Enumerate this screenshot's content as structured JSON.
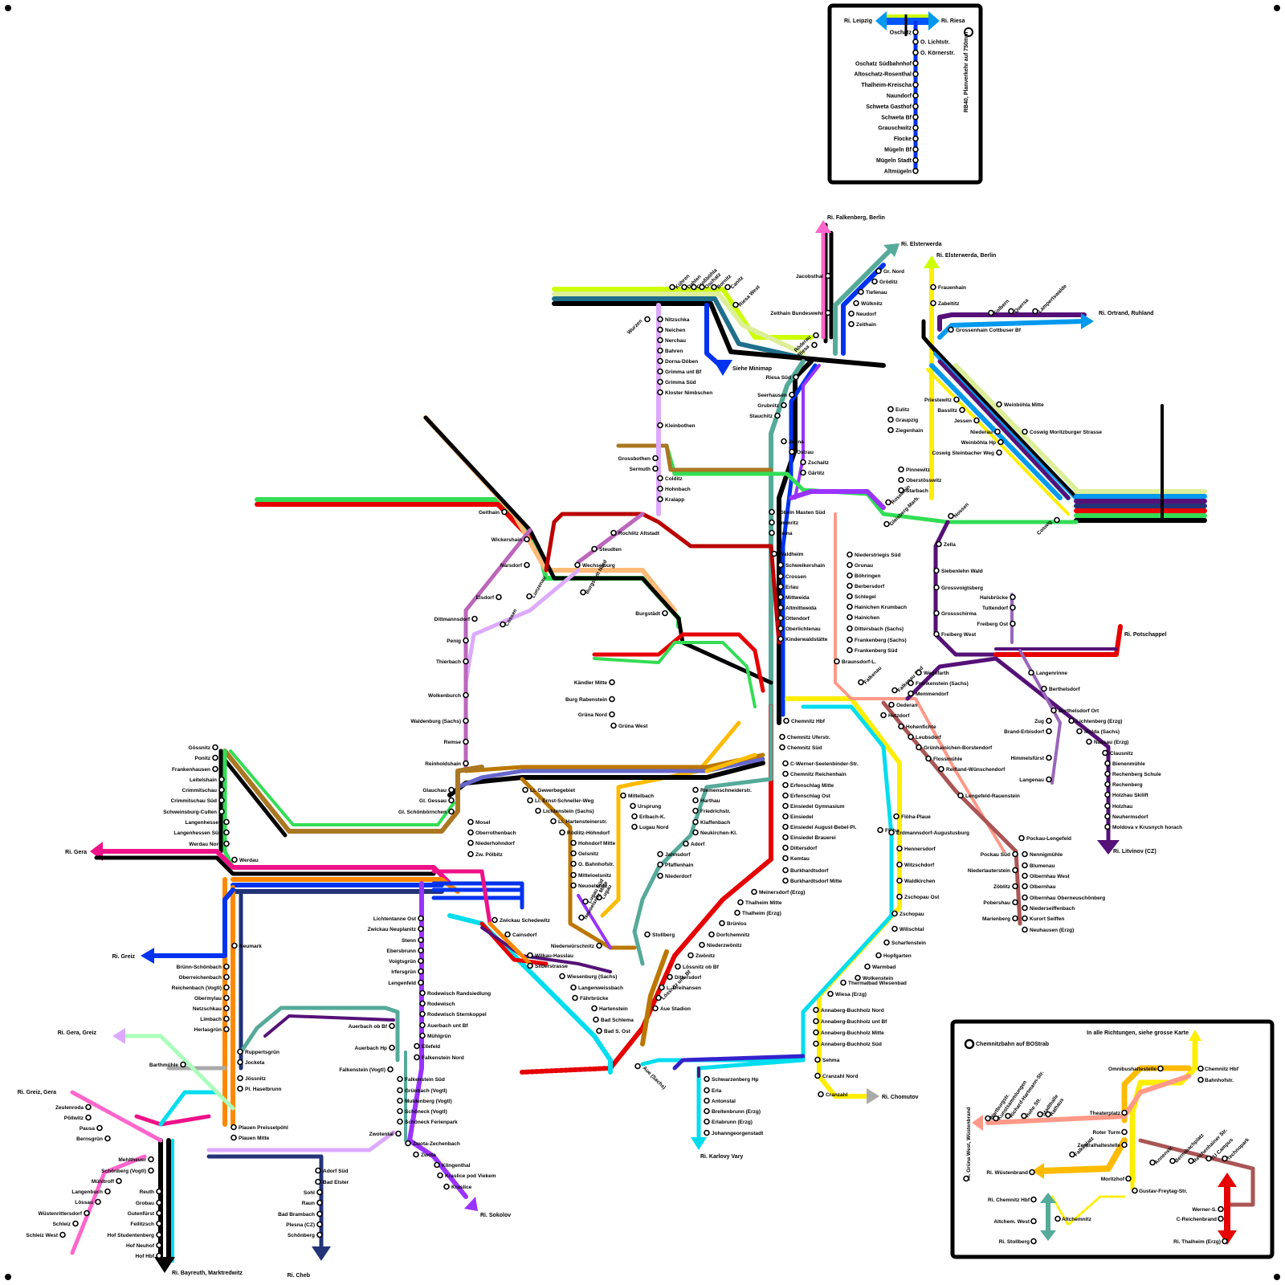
{
  "map": {
    "colors": {
      "black": "#000000",
      "red": "#e60000",
      "green": "#33dd55",
      "lime": "#ccff00",
      "yellow": "#ffee00",
      "orange": "#ff8800",
      "gold": "#ffbb00",
      "blue": "#0033ee",
      "navy": "#223377",
      "cyan": "#00ddee",
      "teal": "#55aa99",
      "pink": "#ff66cc",
      "magenta": "#ee1188",
      "violet": "#9933ff",
      "purple": "#4b0f6e",
      "lavender": "#ddaaff",
      "mauve": "#bb66bb",
      "brown": "#aa5555",
      "ochre": "#bb7700",
      "salmon": "#ff9988",
      "peach": "#ffbb77",
      "grey": "#aaaaaa",
      "olive": "#aa7722",
      "lightblue": "#0099ee",
      "paleyellow": "#ddee99",
      "darkpurple": "#551177",
      "mint": "#aaffbb"
    },
    "inset_oschatz": {
      "left_label": "Ri. Leipzig",
      "right_label": "Ri. Riesa",
      "note": "RB40, Planverkehr auf 750mm",
      "stations": [
        "Oschatz",
        "O. Lichtstr.",
        "O. Körnerstr.",
        "Oschatz Südbahnhof",
        "Altoschatz-Rosenthal",
        "Thalheim-Kreischa",
        "Naundorf",
        "Schweta Gasthof",
        "Schweta Bf",
        "Grauschwitz",
        "Flocke",
        "Mügeln Bf",
        "Mügeln Stadt",
        "Altmügeln"
      ]
    },
    "inset_chemnitz": {
      "legend": "Chemnitzbahn auf BOStrab",
      "top_note": "In alle Richtungen, siehe grosse Karte",
      "labels": [
        "Omnibushaltestelle",
        "Chemnitz Hbf",
        "Bahnhofstr.",
        "Theaterplatz",
        "Roter Turm",
        "Zentralhaltestelle",
        "Moritzhof",
        "Gustav-Freytag-Str.",
        "Annenstr.",
        "Bernsbachplatz",
        "Reichenhainer Str.",
        "TU Campus",
        "Technopark",
        "Falkeplatz",
        "Rathaus",
        "Stadthalle",
        "Hohe Str.",
        "Richard-Hartmann-Str.",
        "Kunstsammlungen",
        "Wartburgstr.",
        "Ri. Grüna West, Wüstenbrand",
        "Ri. Wüstenbrand",
        "Ri. Chemnitz Hbf",
        "Altchem. West",
        "Altchemnitz",
        "Ri. Stollberg",
        "Ri. Thalheim (Erzg)",
        "Werner-S.",
        "C-Reichenbrand"
      ]
    },
    "directions": [
      {
        "text": "Ri. Falkenberg, Berlin"
      },
      {
        "text": "Ri. Elsterwerda"
      },
      {
        "text": "Ri. Elsterwerda, Berlin"
      },
      {
        "text": "Ri. Ortrand, Ruhland"
      },
      {
        "text": "Siehe Minimap"
      },
      {
        "text": "Ri. Gera"
      },
      {
        "text": "Ri. Greiz"
      },
      {
        "text": "Ri. Gera, Greiz"
      },
      {
        "text": "Ri. Greiz, Gera"
      },
      {
        "text": "Ri. Bayreuth, Marktredwitz"
      },
      {
        "text": "Ri. Cheb"
      },
      {
        "text": "Ri. Sokolov"
      },
      {
        "text": "Ri. Karlovy Vary"
      },
      {
        "text": "Ri. Chomutov"
      },
      {
        "text": "Ri. Litvinov (CZ)"
      },
      {
        "text": "Ri. Potschappel"
      }
    ],
    "stations": [
      {
        "t": "Jacobsthal"
      },
      {
        "t": "Zeithain Bundeswehr"
      },
      {
        "t": "Röderau"
      },
      {
        "t": "Riesa"
      },
      {
        "t": "Riesa Süd"
      },
      {
        "t": "Gr. Nord"
      },
      {
        "t": "Gröditz"
      },
      {
        "t": "Tiefenau"
      },
      {
        "t": "Wülknitz"
      },
      {
        "t": "Neudorf"
      },
      {
        "t": "Zeithain"
      },
      {
        "t": "Frauenhain"
      },
      {
        "t": "Zabeltitz"
      },
      {
        "t": "Grossenhain Cottbuser Bf"
      },
      {
        "t": "Folbern"
      },
      {
        "t": "Quersa"
      },
      {
        "t": "Lampertswalde"
      },
      {
        "t": "Wurzen"
      },
      {
        "t": "Kühren"
      },
      {
        "t": "Dahlen"
      },
      {
        "t": "Großböhla"
      },
      {
        "t": "Oschatz"
      },
      {
        "t": "Canitz"
      },
      {
        "t": "Bornitz"
      },
      {
        "t": "Riesa West"
      },
      {
        "t": "Nitzschka"
      },
      {
        "t": "Neichen"
      },
      {
        "t": "Nerchau"
      },
      {
        "t": "Bahren"
      },
      {
        "t": "Dorna-Döben"
      },
      {
        "t": "Grimma unt Bf"
      },
      {
        "t": "Grimma Süd"
      },
      {
        "t": "Kloster Nimbschen"
      },
      {
        "t": "Kleinbothen"
      },
      {
        "t": "Grossbothen"
      },
      {
        "t": "Sermuth"
      },
      {
        "t": "Colditz"
      },
      {
        "t": "Hohnbach"
      },
      {
        "t": "Kralapp"
      },
      {
        "t": "Seerhausen"
      },
      {
        "t": "Grubnitz"
      },
      {
        "t": "Stauchitz"
      },
      {
        "t": "Jahna"
      },
      {
        "t": "Ostrau"
      },
      {
        "t": "Zschaitz"
      },
      {
        "t": "Gärtitz"
      },
      {
        "t": "Döbeln Masten Süd"
      },
      {
        "t": "Limmritz"
      },
      {
        "t": "Steina"
      },
      {
        "t": "Waldheim"
      },
      {
        "t": "Schweikershain"
      },
      {
        "t": "Crossen"
      },
      {
        "t": "Erlau"
      },
      {
        "t": "Mittweida"
      },
      {
        "t": "Altmittweida"
      },
      {
        "t": "Ottendorf"
      },
      {
        "t": "Oberlichtenau"
      },
      {
        "t": "Kinderwaldstätte"
      },
      {
        "t": "Eulitz"
      },
      {
        "t": "Graupzig"
      },
      {
        "t": "Ziegenhain"
      },
      {
        "t": "Pinnewitz"
      },
      {
        "t": "Oberstösswitz"
      },
      {
        "t": "Starbach"
      },
      {
        "t": "Rosswein"
      },
      {
        "t": "Gleisberg-Marb."
      },
      {
        "t": "Nossen"
      },
      {
        "t": "Zella"
      },
      {
        "t": "Siebenlehn Wald"
      },
      {
        "t": "Grossvoigtsberg"
      },
      {
        "t": "Grossschirma"
      },
      {
        "t": "Freiberg West"
      },
      {
        "t": "Niederstriegis Süd"
      },
      {
        "t": "Grunau"
      },
      {
        "t": "Böhringen"
      },
      {
        "t": "Berbersdorf"
      },
      {
        "t": "Schlegel"
      },
      {
        "t": "Hainichen Krumbach"
      },
      {
        "t": "Hainichen"
      },
      {
        "t": "Dittersbach (Sachs)"
      },
      {
        "t": "Frankenberg (Sachs)"
      },
      {
        "t": "Frankenberg Süd"
      },
      {
        "t": "Braunsdorf-L."
      },
      {
        "t": "Priestewitz"
      },
      {
        "t": "Basslitz"
      },
      {
        "t": "Jessen"
      },
      {
        "t": "Niederau"
      },
      {
        "t": "Weinböhla Hp"
      },
      {
        "t": "Coswig Steinbacher Weg"
      },
      {
        "t": "Weinböhla Mitte"
      },
      {
        "t": "Coswig Moritzburger Strasse"
      },
      {
        "t": "Coswig"
      },
      {
        "t": "Geithain"
      },
      {
        "t": "Wickershain"
      },
      {
        "t": "Narsdorf"
      },
      {
        "t": "Elsdorf"
      },
      {
        "t": "Dittmannsdorf"
      },
      {
        "t": "Penig"
      },
      {
        "t": "Thierbach"
      },
      {
        "t": "Wolkenburch"
      },
      {
        "t": "Waldenburg (Sachs)"
      },
      {
        "t": "Remse"
      },
      {
        "t": "Reinholdshain"
      },
      {
        "t": "Rochlitz Altstadt"
      },
      {
        "t": "Steudten"
      },
      {
        "t": "Wechselburg"
      },
      {
        "t": "Lunzenau"
      },
      {
        "t": "Cossen"
      },
      {
        "t": "Burgstädt"
      },
      {
        "t": "Burgstädt Nord"
      },
      {
        "t": "Kändler Mitte"
      },
      {
        "t": "Burg Rabenstein"
      },
      {
        "t": "Grüna Nord"
      },
      {
        "t": "Grüna West"
      },
      {
        "t": "Chemnitz Hbf"
      },
      {
        "t": "Chemnitz Uferstr."
      },
      {
        "t": "Chemnitz Süd"
      },
      {
        "t": "C-Werner-Seelenbinder-Str."
      },
      {
        "t": "Chemnitz Reichenhain"
      },
      {
        "t": "Erfenschlag Mitte"
      },
      {
        "t": "Erfenschlag Ost"
      },
      {
        "t": "Einsiedel Gymnasium"
      },
      {
        "t": "Einsiedel"
      },
      {
        "t": "Einsiedel August-Bebel-Pl."
      },
      {
        "t": "Einsiedel Brauerei"
      },
      {
        "t": "Dittersdorf"
      },
      {
        "t": "Kemtau"
      },
      {
        "t": "Burkhardtsdorf"
      },
      {
        "t": "Burkhardtsdorf Mitte"
      },
      {
        "t": "Meinersdorf (Erzg)"
      },
      {
        "t": "Thalheim Mitte"
      },
      {
        "t": "Thalheim (Erzg)"
      },
      {
        "t": "Brünlos"
      },
      {
        "t": "Dorfchemnitz"
      },
      {
        "t": "Niederzwönitz"
      },
      {
        "t": "Zwönitz"
      },
      {
        "t": "Lössnitz ob Bf"
      },
      {
        "t": "Dittersdorf"
      },
      {
        "t": "L. Dreihansen"
      },
      {
        "t": "Lössnitz unt. Bf"
      },
      {
        "t": "Aue Stadion"
      },
      {
        "t": "Riemenschneiderstr."
      },
      {
        "t": "Harthau"
      },
      {
        "t": "Friedrichstr."
      },
      {
        "t": "Klaffenbach"
      },
      {
        "t": "Neukirchen-Kl."
      },
      {
        "t": "Adorf"
      },
      {
        "t": "Jahnsdorf"
      },
      {
        "t": "Pfaffenhain"
      },
      {
        "t": "Niederdorf"
      },
      {
        "t": "Stollberg"
      },
      {
        "t": "Mittelbach"
      },
      {
        "t": "Ursprung"
      },
      {
        "t": "Erlbach-K."
      },
      {
        "t": "Lugau Nord"
      },
      {
        "t": "Lugau"
      },
      {
        "t": "Lugau Süd"
      },
      {
        "t": "Neuoelsnitz Mitte"
      },
      {
        "t": "Li. Gewerbegebiet"
      },
      {
        "t": "Li. Ernst-Schneller-Weg"
      },
      {
        "t": "Lichtenstein (Sachs)"
      },
      {
        "t": "Li. Hartensteinerstr."
      },
      {
        "t": "Rödlitz-Höhndorf"
      },
      {
        "t": "Hohndorf Mitte"
      },
      {
        "t": "Oelsnitz"
      },
      {
        "t": "O. Bahnhofstr."
      },
      {
        "t": "Mitteloelsnitz"
      },
      {
        "t": "Neuoelsnitz"
      },
      {
        "t": "Niederwürschnitz"
      },
      {
        "t": "Mosel"
      },
      {
        "t": "Oberrothenbach"
      },
      {
        "t": "Niederhohndorf"
      },
      {
        "t": "Zw. Pölbitz"
      },
      {
        "t": "Glauchau"
      },
      {
        "t": "Gl. Gessau"
      },
      {
        "t": "Gl. Schönbörnchen"
      },
      {
        "t": "Flöha"
      },
      {
        "t": "Flöha-Plaue"
      },
      {
        "t": "Erdmannsdorf-Augustusburg"
      },
      {
        "t": "Hennersdorf"
      },
      {
        "t": "Witzschdorf"
      },
      {
        "t": "Waldkirchen"
      },
      {
        "t": "Zschopau Ost"
      },
      {
        "t": "Zschopau"
      },
      {
        "t": "Wilischtal"
      },
      {
        "t": "Scharfenstein"
      },
      {
        "t": "Hopfgarten"
      },
      {
        "t": "Warmbad"
      },
      {
        "t": "Wolkenstein"
      },
      {
        "t": "Thermalbad Wiesenbad"
      },
      {
        "t": "Wiesa (Erzg)"
      },
      {
        "t": "Annaberg-Buchholz Nord"
      },
      {
        "t": "Annaberg-Buchholz unt Bf"
      },
      {
        "t": "Annaberg-Buchholz Mitte"
      },
      {
        "t": "Annaberg-Buchholz Süd"
      },
      {
        "t": "Sehma"
      },
      {
        "t": "Cranzahl Nord"
      },
      {
        "t": "Cranzahl"
      },
      {
        "t": "Oederan"
      },
      {
        "t": "Falkenau Süd"
      },
      {
        "t": "Falkenau"
      },
      {
        "t": "Hetzdorf"
      },
      {
        "t": "Hohenfichte"
      },
      {
        "t": "Leubsdorf"
      },
      {
        "t": "Grünhainichen-Borstendorf"
      },
      {
        "t": "Flossmühle"
      },
      {
        "t": "Reifland-Wünschendorf"
      },
      {
        "t": "Lengefeld-Rauenstein"
      },
      {
        "t": "Pockau-Lengefeld"
      },
      {
        "t": "Nennigmühle"
      },
      {
        "t": "Blumenau"
      },
      {
        "t": "Olbernhau West"
      },
      {
        "t": "Olbernhau"
      },
      {
        "t": "Olbernhau Oberneuschönberg"
      },
      {
        "t": "Niederseiffenbach"
      },
      {
        "t": "Kurort Seiffen"
      },
      {
        "t": "Neuhausen (Erzg)"
      },
      {
        "t": "Pockau Süd"
      },
      {
        "t": "Niederlauterstein"
      },
      {
        "t": "Zöblitz"
      },
      {
        "t": "Pobershau"
      },
      {
        "t": "Marienberg"
      },
      {
        "t": "Wegefarth"
      },
      {
        "t": "Frankenstein (Sachs)"
      },
      {
        "t": "Memmendorf"
      },
      {
        "t": "Langenrinne"
      },
      {
        "t": "Berthelsdorf"
      },
      {
        "t": "Berthelsdorf Ort"
      },
      {
        "t": "Lichtenberg (Erzg)"
      },
      {
        "t": "Mulda (Sachs)"
      },
      {
        "t": "Nassau (Erzg)"
      },
      {
        "t": "Clausnitz"
      },
      {
        "t": "Bienenmühle"
      },
      {
        "t": "Rechenberg Schule"
      },
      {
        "t": "Rechenberg"
      },
      {
        "t": "Holzhau Skilift"
      },
      {
        "t": "Holzhau"
      },
      {
        "t": "Neuhermsdorf"
      },
      {
        "t": "Moldova v Krusnych horach"
      },
      {
        "t": "Zug"
      },
      {
        "t": "Brand-Erbisdorf"
      },
      {
        "t": "Himmelsfürst"
      },
      {
        "t": "Langenau"
      },
      {
        "t": "Halsbrücke"
      },
      {
        "t": "Tuttendorf"
      },
      {
        "t": "Freiberg Ost"
      },
      {
        "t": "Gössnitz"
      },
      {
        "t": "Ponitz"
      },
      {
        "t": "Frankenhausen"
      },
      {
        "t": "Leitelshain"
      },
      {
        "t": "Crimmitschau"
      },
      {
        "t": "Crimmitschau Süd"
      },
      {
        "t": "Schweinsburg-Culten"
      },
      {
        "t": "Langenhessen"
      },
      {
        "t": "Langenhessen Süd"
      },
      {
        "t": "Werdau Nord"
      },
      {
        "t": "Werdau"
      },
      {
        "t": "Neumark"
      },
      {
        "t": "Brünn-Schönbach"
      },
      {
        "t": "Oberreichenbach"
      },
      {
        "t": "Reichenbach (Vogtl)"
      },
      {
        "t": "Obermylau"
      },
      {
        "t": "Netzschkau"
      },
      {
        "t": "Limbach"
      },
      {
        "t": "Herlasgrün"
      },
      {
        "t": "Ruppertsgrün"
      },
      {
        "t": "Jocketa"
      },
      {
        "t": "Jössnitz"
      },
      {
        "t": "Pl. Haselbrunn"
      },
      {
        "t": "Plauen Preisselpöhl"
      },
      {
        "t": "Plauen Mitte"
      },
      {
        "t": "Barthmühle"
      },
      {
        "t": "Mehltheuer"
      },
      {
        "t": "Schönberg (Vogtl)"
      },
      {
        "t": "Mühltroff"
      },
      {
        "t": "Langenbuch"
      },
      {
        "t": "Lössau"
      },
      {
        "t": "Wüstenrittersdorf"
      },
      {
        "t": "Schleiz"
      },
      {
        "t": "Schleiz West"
      },
      {
        "t": "Zeulenroda"
      },
      {
        "t": "Pöllwitz"
      },
      {
        "t": "Pausa"
      },
      {
        "t": "Bernsgrün"
      },
      {
        "t": "Reuth"
      },
      {
        "t": "Grobau"
      },
      {
        "t": "Gutenfürst"
      },
      {
        "t": "Feilitzsch"
      },
      {
        "t": "Hof Studentenberg"
      },
      {
        "t": "Hof Neuhof"
      },
      {
        "t": "Hof Hbf"
      },
      {
        "t": "Lichtentanne Ost"
      },
      {
        "t": "Zwickau Neuplanitz"
      },
      {
        "t": "Stenn"
      },
      {
        "t": "Ebersbrunn"
      },
      {
        "t": "Voigtsgrün"
      },
      {
        "t": "Irfersgrün"
      },
      {
        "t": "Lengenfeld"
      },
      {
        "t": "Rodewisch Randsiedlung"
      },
      {
        "t": "Rodewisch"
      },
      {
        "t": "Rodewisch Sternkoppel"
      },
      {
        "t": "Auerbach unt Bf"
      },
      {
        "t": "Mühlgrün"
      },
      {
        "t": "Ellefeld"
      },
      {
        "t": "Falkenstein Nord"
      },
      {
        "t": "Falkenstein (Vogtl)"
      },
      {
        "t": "Falkenstein Süd"
      },
      {
        "t": "Grünbach (Vogtl)"
      },
      {
        "t": "Muldenberg (Vogtl)"
      },
      {
        "t": "Schöneck (Vogtl)"
      },
      {
        "t": "Schöneck Ferienpark"
      },
      {
        "t": "Zwotental"
      },
      {
        "t": "Zwota-Zechenbach"
      },
      {
        "t": "Zwota"
      },
      {
        "t": "Klingenthal"
      },
      {
        "t": "Kraslice pod Viekem"
      },
      {
        "t": "Kraslice"
      },
      {
        "t": "Auerbach ob Bf"
      },
      {
        "t": "Auerbach Hp"
      },
      {
        "t": "Adorf Süd"
      },
      {
        "t": "Bad Elster"
      },
      {
        "t": "Sohl"
      },
      {
        "t": "Raun"
      },
      {
        "t": "Bad Brambach"
      },
      {
        "t": "Plesna (CZ)"
      },
      {
        "t": "Schönberg"
      },
      {
        "t": "Zwickau Schedewitz"
      },
      {
        "t": "Cainsdorf"
      },
      {
        "t": "Wilkau-Hasslau"
      },
      {
        "t": "Silberstrasse"
      },
      {
        "t": "Wiesenburg (Sachs)"
      },
      {
        "t": "Langenweissbach"
      },
      {
        "t": "Fährbrücke"
      },
      {
        "t": "Hartenstein"
      },
      {
        "t": "Bad Schlema"
      },
      {
        "t": "Bad S. Ost"
      },
      {
        "t": "Schwarzenberg Hp"
      },
      {
        "t": "Erla"
      },
      {
        "t": "Antonstal"
      },
      {
        "t": "Breitenbrunn (Erzg)"
      },
      {
        "t": "Erlabrunn (Erzg)"
      },
      {
        "t": "Johanngeorgenstadt"
      },
      {
        "t": "Aue (Sachs)"
      }
    ]
  }
}
